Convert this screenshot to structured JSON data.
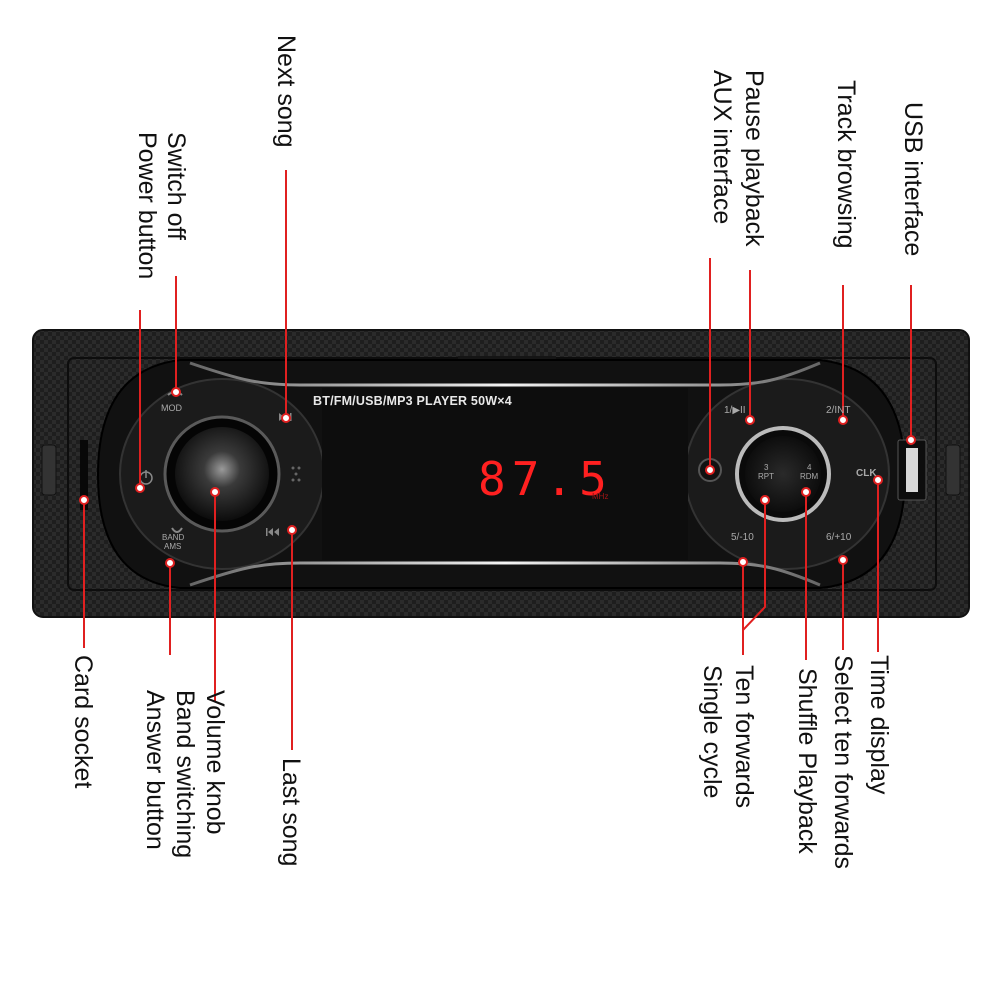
{
  "device": {
    "model_text": "BT/FM/USB/MP3 PLAYER 50W×4",
    "display_frequency": "87.5",
    "display_unit": "MHz",
    "left_panel": {
      "mod_label": "MOD",
      "band_label": "BAND",
      "ams_label": "AMS"
    },
    "right_panel": {
      "btn1": "1/▶II",
      "btn2": "2/INT",
      "btn3_num": "3",
      "btn3_sub": "RPT",
      "btn4_num": "4",
      "btn4_sub": "RDM",
      "btn5": "5/-10",
      "btn6": "6/+10",
      "clk": "CLK"
    }
  },
  "callouts": {
    "next_song": "Next song",
    "switch_off": "Switch off",
    "power_button": "Power button",
    "aux_interface": "AUX interface",
    "pause_playback": "Pause playback",
    "track_browsing": "Track browsing",
    "usb_interface": "USB interface",
    "card_socket": "Card socket",
    "volume_knob": "Volume knob",
    "band_switching": "Band switching",
    "answer_button": "Answer button",
    "last_song": "Last song",
    "ten_forwards": "Ten forwards",
    "single_cycle": "Single cycle",
    "shuffle_playback": "Shuffle Playback",
    "select_ten_forwards": "Select ten forwards",
    "time_display": "Time display"
  },
  "colors": {
    "leader_line": "#e02020",
    "display_red": "#ff2020",
    "panel": "#1a1a1a",
    "frame": "#262626"
  }
}
